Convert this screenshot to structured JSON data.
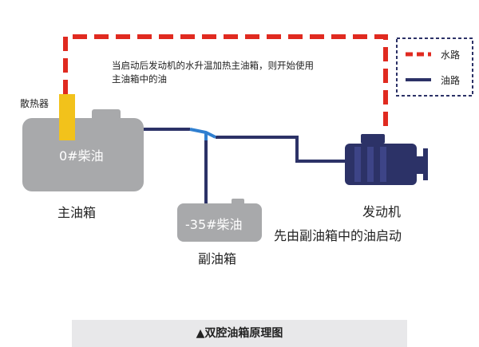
{
  "annotation": {
    "line1": "当启动后发动机的水升温加热主油箱，则开始使用",
    "line2": "主油箱中的油"
  },
  "radiator_label": "散热器",
  "main_tank": {
    "content": "0#柴油",
    "label": "主油箱"
  },
  "aux_tank": {
    "content": "-35#柴油",
    "label": "副油箱"
  },
  "engine": {
    "label": "发动机",
    "note": "先由副油箱中的油启动"
  },
  "legend": {
    "water": "水路",
    "oil": "油路"
  },
  "caption": "▲双腔油箱原理图",
  "colors": {
    "water_path": "#e02a20",
    "oil_path": "#2c3267",
    "tank": "#a8a9ab",
    "engine": "#2c3267",
    "radiator": "#f2c21b",
    "highlight_pipe": "#2f7fd0"
  }
}
